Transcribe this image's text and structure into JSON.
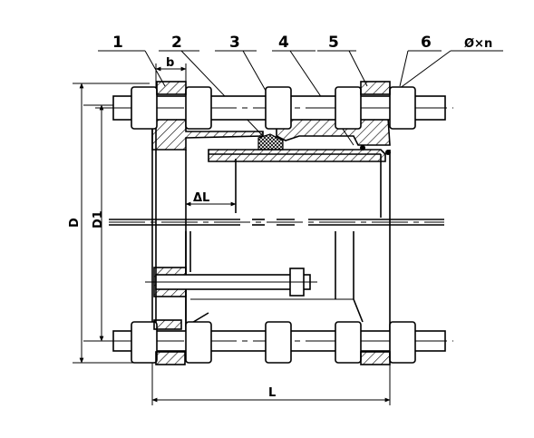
{
  "callouts": [
    {
      "id": "1",
      "text": "1"
    },
    {
      "id": "2",
      "text": "2"
    },
    {
      "id": "3",
      "text": "3"
    },
    {
      "id": "4",
      "text": "4"
    },
    {
      "id": "5",
      "text": "5"
    },
    {
      "id": "6",
      "text": "6"
    }
  ],
  "bolt_spec": "Ø×n",
  "dimensions": {
    "b": "b",
    "delta_l": "ΔL",
    "D": "D",
    "D1": "D1",
    "L": "L"
  }
}
